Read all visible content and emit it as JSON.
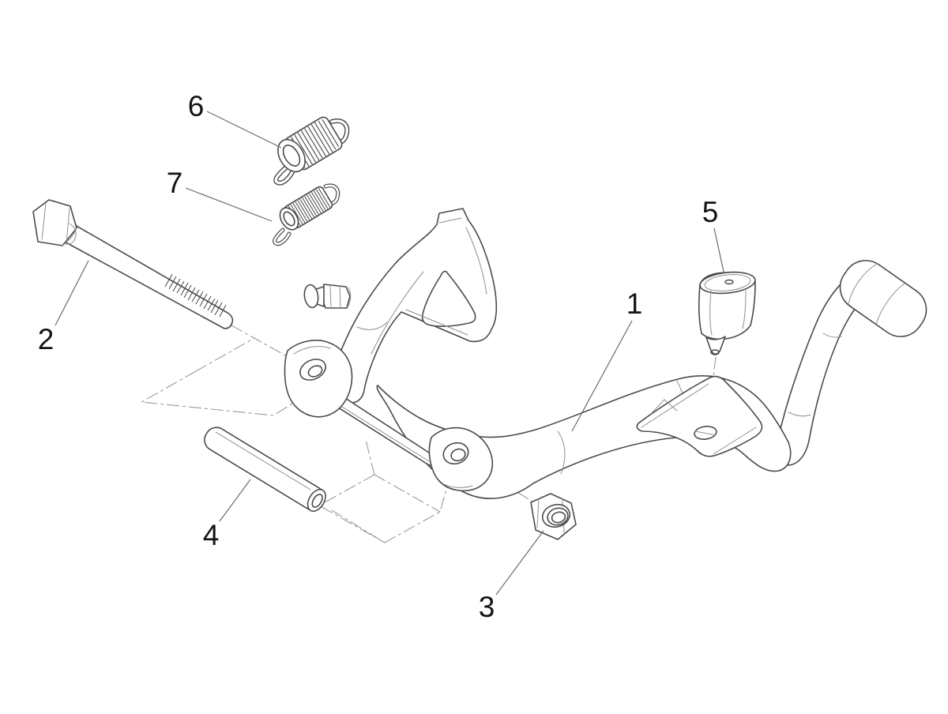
{
  "diagram": {
    "description": "Exploded parts diagram of a scooter center stand assembly",
    "background_color": "#ffffff",
    "line_color": "#4a4a4a",
    "centerline_color": "#9a9a9a",
    "label_color": "#141414",
    "labels": [
      {
        "text": "1",
        "part": "center-stand"
      },
      {
        "text": "2",
        "part": "hex-bolt"
      },
      {
        "text": "3",
        "part": "lock-nut"
      },
      {
        "text": "4",
        "part": "pivot-pin"
      },
      {
        "text": "5",
        "part": "rubber-buffer"
      },
      {
        "text": "6",
        "part": "large-return-spring"
      },
      {
        "text": "7",
        "part": "small-return-spring"
      }
    ]
  }
}
